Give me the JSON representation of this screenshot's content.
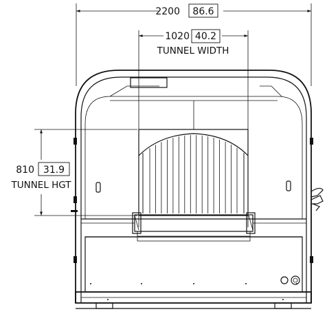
{
  "overall_width": {
    "value": "2200",
    "inches": "86.6"
  },
  "tunnel_width": {
    "value": "1020",
    "inches": "40.2",
    "label": "TUNNEL WIDTH"
  },
  "tunnel_height": {
    "value": "810",
    "inches": "31.9",
    "label": "TUNNEL HGT"
  },
  "curtain_strips": 16
}
